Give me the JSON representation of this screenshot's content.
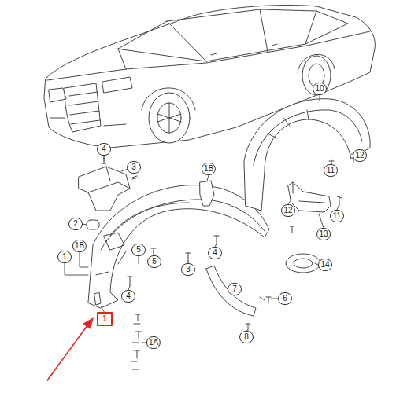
{
  "diagram": {
    "labels": [
      "10",
      "4",
      "3",
      "1B",
      "11",
      "12",
      "12",
      "11",
      "2",
      "1B",
      "13",
      "5",
      "5",
      "4",
      "1",
      "3",
      "14",
      "7",
      "4",
      "6",
      "1",
      "1A",
      "8"
    ]
  }
}
